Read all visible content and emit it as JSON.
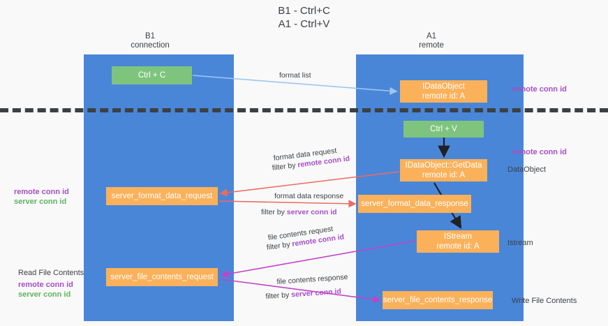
{
  "title": "B1 - Ctrl+C\nA1 - Ctrl+V",
  "columns": {
    "left": "B1\nconnection",
    "right": "A1\nremote"
  },
  "nodes": {
    "ctrl_c": "Ctrl + C",
    "idataobject": "IDataObject\nremote id: A",
    "ctrl_v": "Ctrl + V",
    "getdata": "IDataObject::GetData\nremote id: A",
    "server_format_data_request": "server_format_data_request",
    "server_format_data_response": "server_format_data_response",
    "istream": "IStream\nremote id: A",
    "server_file_contents_request": "server_file_contents_request",
    "server_file_contents_response": "server_file_contents_response"
  },
  "annotations": {
    "remote_conn_id_top": "remote conn id",
    "remote_conn_id_mid": "remote conn id",
    "dataobject": "DataObject",
    "istream": "Istream",
    "write_file_contents": "Write File Contents",
    "read_file_contents": "Read File Contents",
    "left_ids_upper": "remote conn id\nserver conn id",
    "left_ids_lower": "remote conn id\nserver conn id"
  },
  "edges": {
    "format_list": "format list",
    "format_data_request": "format data request",
    "format_data_request_filter_prefix": "filter by ",
    "format_data_request_filter_key": "remote conn id",
    "format_data_response": "format data response",
    "format_data_response_filter_prefix": "filter by ",
    "format_data_response_filter_key": "server conn id",
    "file_contents_request": "file contents request",
    "file_contents_request_filter_prefix": "filter by ",
    "file_contents_request_filter_key": "remote conn id",
    "file_contents_response": "file contents response",
    "file_contents_response_filter_prefix": "filter by ",
    "file_contents_response_filter_key": "server conn id"
  },
  "colors": {
    "lane": "#4a86d8",
    "green_node": "#7ec47e",
    "orange_node": "#fbb15a",
    "purple_text": "#a64ec6",
    "green_text": "#5fb35f",
    "red_arrow": "#ee6b5e",
    "magenta_arrow": "#c242c9",
    "blue_arrow": "#9ec6ee",
    "black_arrow": "#202124",
    "background": "#f9f9fa"
  }
}
